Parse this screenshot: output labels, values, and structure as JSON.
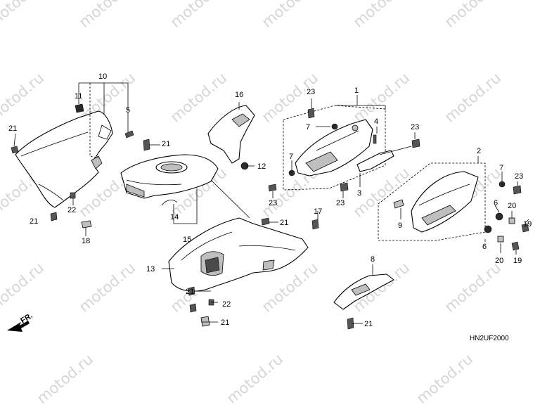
{
  "watermark": "motod.ru",
  "diagram_code": "HN2UF2000",
  "direction_label": "FR.",
  "callouts": {
    "c1": "1",
    "c2": "2",
    "c3": "3",
    "c4": "4",
    "c5": "5",
    "c6a": "6",
    "c6b": "6",
    "c7a": "7",
    "c7b": "7",
    "c7c": "7",
    "c8": "8",
    "c9": "9",
    "c10": "10",
    "c11": "11",
    "c12": "12",
    "c13": "13",
    "c14": "14",
    "c15": "15",
    "c16": "16",
    "c17": "17",
    "c18": "18",
    "c19a": "19",
    "c19b": "19",
    "c20a": "20",
    "c20b": "20",
    "c21a": "21",
    "c21b": "21",
    "c21c": "21",
    "c21d": "21",
    "c21e": "21",
    "c21f": "21",
    "c21g": "21",
    "c22a": "22",
    "c22b": "22",
    "c23a": "23",
    "c23b": "23",
    "c23c": "23",
    "c23d": "23",
    "c23e": "23"
  }
}
